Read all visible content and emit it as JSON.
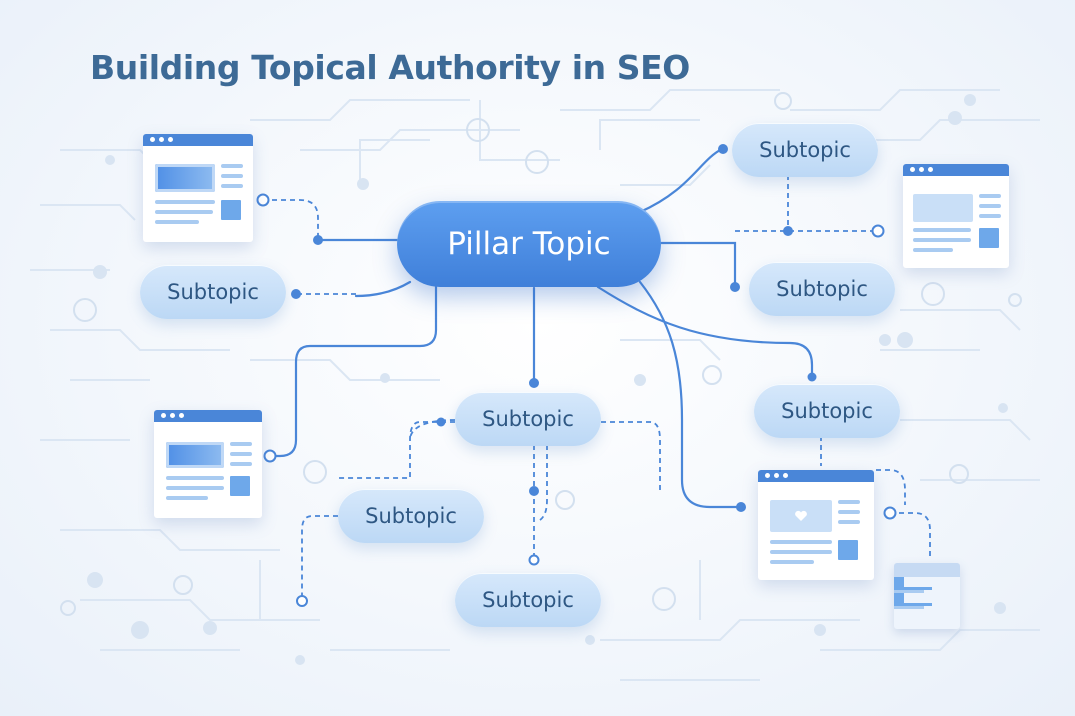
{
  "title": "Building Topical Authority in SEO",
  "pillar": {
    "label": "Pillar Topic"
  },
  "subtopics": [
    {
      "label": "Subtopic"
    },
    {
      "label": "Subtopic"
    },
    {
      "label": "Subtopic"
    },
    {
      "label": "Subtopic"
    },
    {
      "label": "Subtopic"
    },
    {
      "label": "Subtopic"
    },
    {
      "label": "Subtopic"
    }
  ],
  "colors": {
    "title": "#3d6a96",
    "pillar": "#4a8ae0",
    "subtopic": "#c8e0f8",
    "connector": "#4a86d8",
    "card_bar": "#4a86d8"
  },
  "icons": [
    "webpage-icon",
    "webpage-icon",
    "webpage-icon",
    "webpage-icon",
    "webpage-icon",
    "document-icon"
  ]
}
